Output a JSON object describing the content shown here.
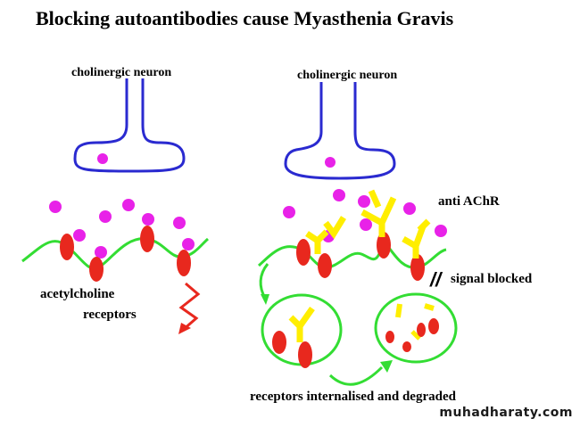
{
  "title": "Blocking autoantibodies cause Myasthenia Gravis",
  "labels": {
    "neuron_left": "cholinergic neuron",
    "neuron_right": "cholinergic neuron",
    "receptors_line1": "acetylcholine",
    "receptors_line2": "receptors",
    "antibody": "anti AChR",
    "signal_blocked": "signal blocked",
    "internalised": "receptors internalised and degraded",
    "blocked_mark": "//"
  },
  "watermark": "muhadharaty.com",
  "colors": {
    "neuron": "#2a2ad0",
    "acetylcholine": "#e822e8",
    "membrane": "#33dd33",
    "receptor": "#e8281e",
    "antibody": "#ffee00",
    "signal": "#e8281e",
    "arrow": "#33dd33"
  }
}
